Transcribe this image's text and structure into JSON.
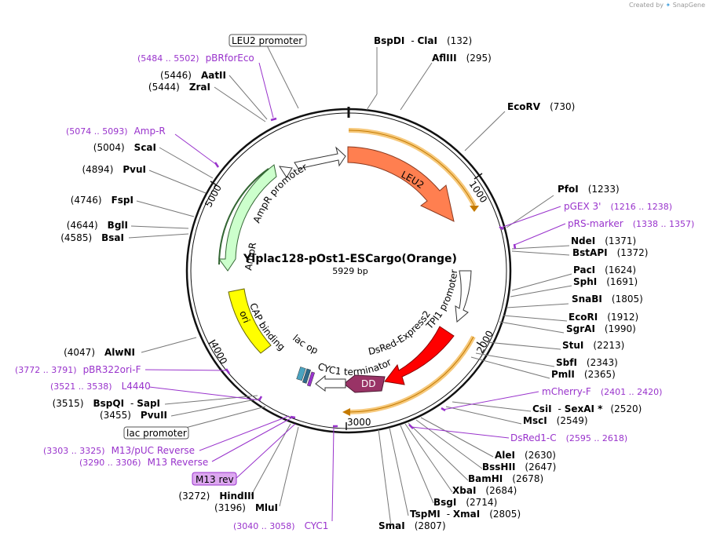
{
  "credit": "Created by",
  "credit_brand": "SnapGene",
  "plasmid": {
    "name": "YIplac128-pOst1-ESCargo(Orange)",
    "size": "5929 bp"
  },
  "ticks": [
    "1000",
    "2000",
    "3000",
    "4000",
    "5000"
  ],
  "sites": [
    {
      "name": "BspDI",
      "name2": "ClaI",
      "pos": "(132)"
    },
    {
      "name": "AflIII",
      "pos": "(295)"
    },
    {
      "name": "EcoRV",
      "pos": "(730)"
    },
    {
      "name": "PfoI",
      "pos": "(1233)"
    },
    {
      "name": "NdeI",
      "pos": "(1371)"
    },
    {
      "name": "BstAPI",
      "pos": "(1372)"
    },
    {
      "name": "PacI",
      "pos": "(1624)"
    },
    {
      "name": "SphI",
      "pos": "(1691)"
    },
    {
      "name": "SnaBI",
      "pos": "(1805)"
    },
    {
      "name": "EcoRI",
      "pos": "(1912)"
    },
    {
      "name": "SgrAI",
      "pos": "(1990)"
    },
    {
      "name": "StuI",
      "pos": "(2213)"
    },
    {
      "name": "SbfI",
      "pos": "(2343)"
    },
    {
      "name": "PmlI",
      "pos": "(2365)"
    },
    {
      "name": "CsiI",
      "name2": "SexAI *",
      "pos": "(2520)"
    },
    {
      "name": "MscI",
      "pos": "(2549)"
    },
    {
      "name": "AleI",
      "pos": "(2630)"
    },
    {
      "name": "BssHII",
      "pos": "(2647)"
    },
    {
      "name": "BamHI",
      "pos": "(2678)"
    },
    {
      "name": "XbaI",
      "pos": "(2684)"
    },
    {
      "name": "BsgI",
      "pos": "(2714)"
    },
    {
      "name": "TspMI",
      "name2": "XmaI",
      "pos": "(2805)"
    },
    {
      "name": "SmaI",
      "pos": "(2807)"
    },
    {
      "name": "MluI",
      "pos": "(3196)"
    },
    {
      "name": "HindIII",
      "pos": "(3272)"
    },
    {
      "name": "PvuII",
      "pos": "(3455)"
    },
    {
      "name": "BspQI",
      "name2": "SapI",
      "pos": "(3515)"
    },
    {
      "name": "AlwNI",
      "pos": "(4047)"
    },
    {
      "name": "BsaI",
      "pos": "(4585)"
    },
    {
      "name": "BglI",
      "pos": "(4644)"
    },
    {
      "name": "FspI",
      "pos": "(4746)"
    },
    {
      "name": "PvuI",
      "pos": "(4894)"
    },
    {
      "name": "ScaI",
      "pos": "(5004)"
    },
    {
      "name": "ZraI",
      "pos": "(5444)"
    },
    {
      "name": "AatII",
      "pos": "(5446)"
    }
  ],
  "primers": [
    {
      "name": "pBRforEco",
      "range": "(5484 .. 5502)"
    },
    {
      "name": "Amp-R",
      "range": "(5074 .. 5093)"
    },
    {
      "name": "pGEX 3'",
      "range": "(1216 .. 1238)"
    },
    {
      "name": "pRS-marker",
      "range": "(1338 .. 1357)"
    },
    {
      "name": "mCherry-F",
      "range": "(2401 .. 2420)"
    },
    {
      "name": "DsRed1-C",
      "range": "(2595 .. 2618)"
    },
    {
      "name": "CYC1",
      "range": "(3040 .. 3058)"
    },
    {
      "name": "M13 Reverse",
      "range": "(3290 .. 3306)"
    },
    {
      "name": "M13/pUC Reverse",
      "range": "(3303 .. 3325)"
    },
    {
      "name": "L4440",
      "range": "(3521 .. 3538)"
    },
    {
      "name": "pBR322ori-F",
      "range": "(3772 .. 3791)"
    }
  ],
  "boxed": {
    "leu2_promoter": "LEU2 promoter",
    "lac_promoter": "lac promoter",
    "m13_rev": "M13 rev"
  },
  "features": {
    "leu2": "LEU2",
    "ampr": "AmpR",
    "ampr_promoter": "AmpR promoter",
    "ori": "ori",
    "cap": "CAP binding site",
    "lac_operator": "lac operator",
    "cyc1_term": "CYC1 terminator",
    "dd": "DD",
    "dsred": "DsRed-Express2",
    "tpi1": "TPI1 promoter"
  },
  "colors": {
    "leu2": "#ff7f50",
    "ampr": "#ccffcc",
    "ori": "#ffff00",
    "dsred": "#ff0000",
    "dd": "#993366",
    "primer": "#9933cc",
    "highlight": "#f6c87a",
    "rule": "#555555"
  }
}
